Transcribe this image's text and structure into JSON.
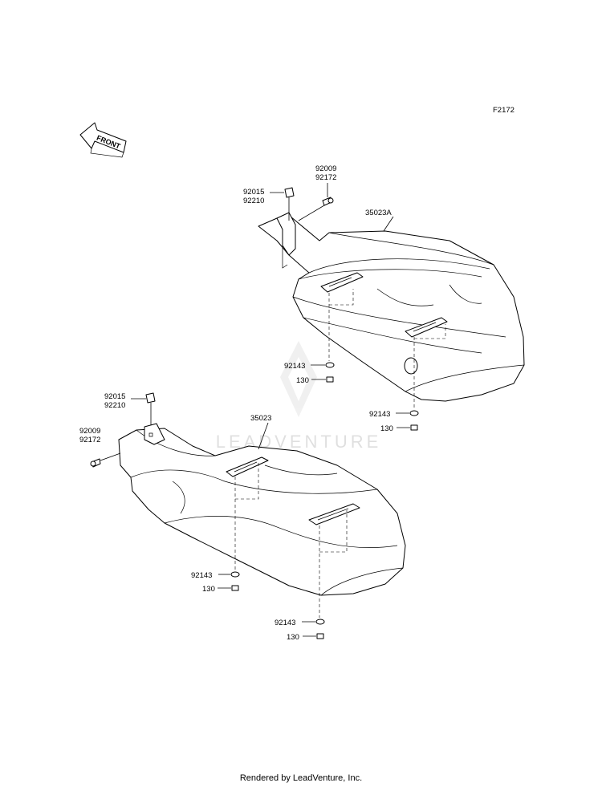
{
  "figure_code": "F2172",
  "front_arrow_label": "FRONT",
  "watermark": "LEADVENTURE",
  "footer": "Rendered by LeadVenture, Inc.",
  "labels": {
    "upper_92009": "92009",
    "upper_92172": "92172",
    "upper_92015": "92015",
    "upper_92210": "92210",
    "upper_35023A": "35023A",
    "upper_92143_a": "92143",
    "upper_130_a": "130",
    "upper_92143_b": "92143",
    "upper_130_b": "130",
    "lower_92015": "92015",
    "lower_92210": "92210",
    "lower_92009": "92009",
    "lower_92172": "92172",
    "lower_35023": "35023",
    "lower_92143_a": "92143",
    "lower_130_a": "130",
    "lower_92143_b": "92143",
    "lower_130_b": "130"
  }
}
